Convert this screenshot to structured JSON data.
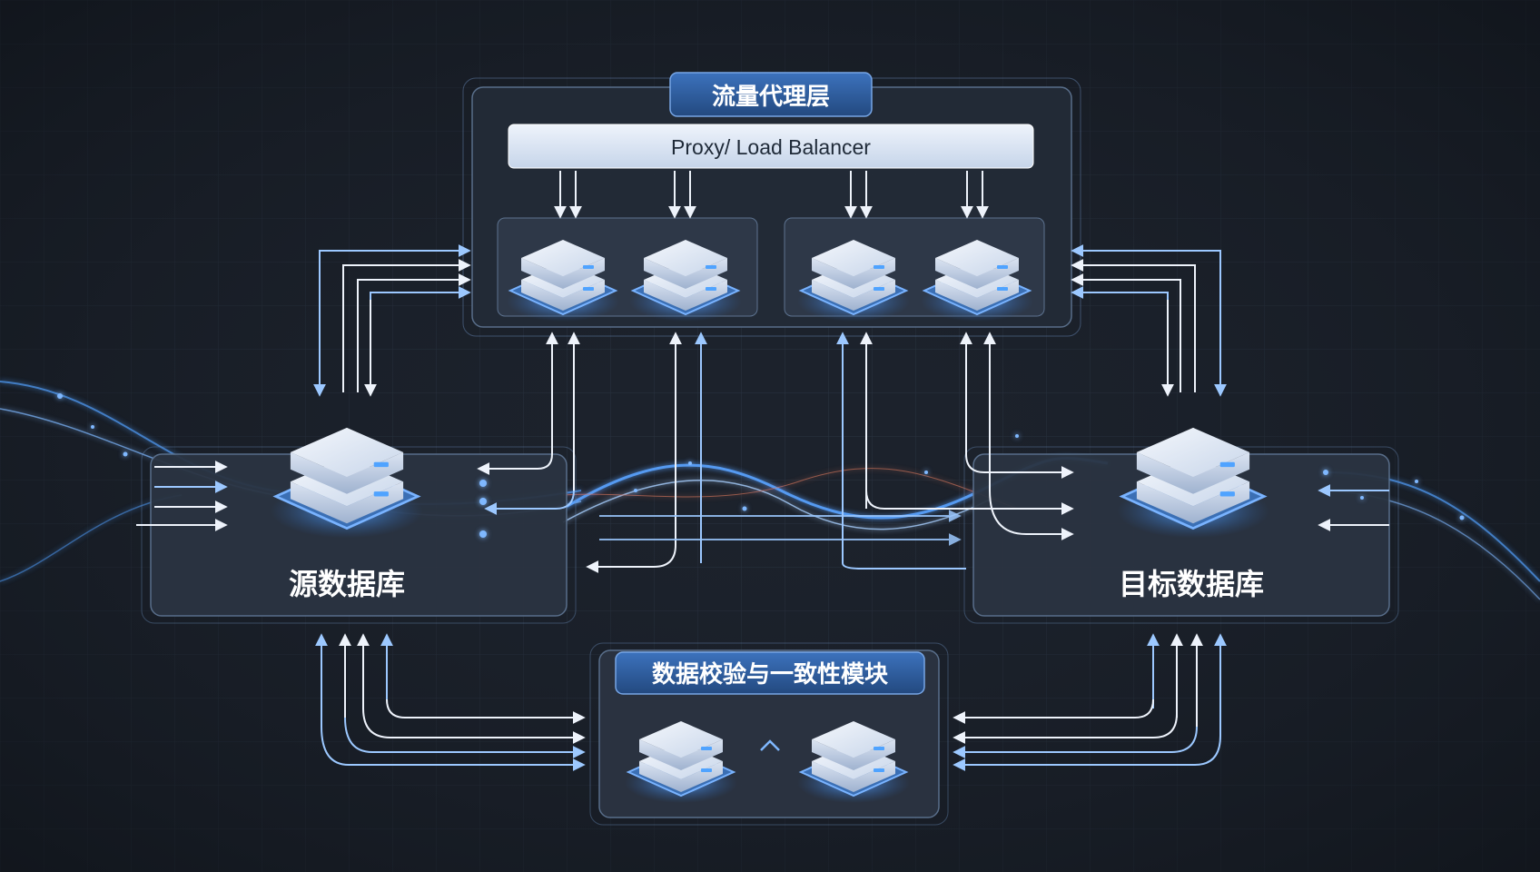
{
  "diagram": {
    "proxy_layer": {
      "title": "流量代理层",
      "subtitle": "Proxy/ Load Balancer"
    },
    "source_db": {
      "label": "源数据库"
    },
    "target_db": {
      "label": "目标数据库"
    },
    "validation_module": {
      "title": "数据校验与一致性模块"
    },
    "colors": {
      "background": "#1c222c",
      "panel": "#2b3442",
      "panel_border": "#5d7390",
      "accent": "#4a90e2",
      "badge": "#2f5ea3",
      "line": "#e6eef8",
      "glow": "#7fb8ff"
    }
  }
}
